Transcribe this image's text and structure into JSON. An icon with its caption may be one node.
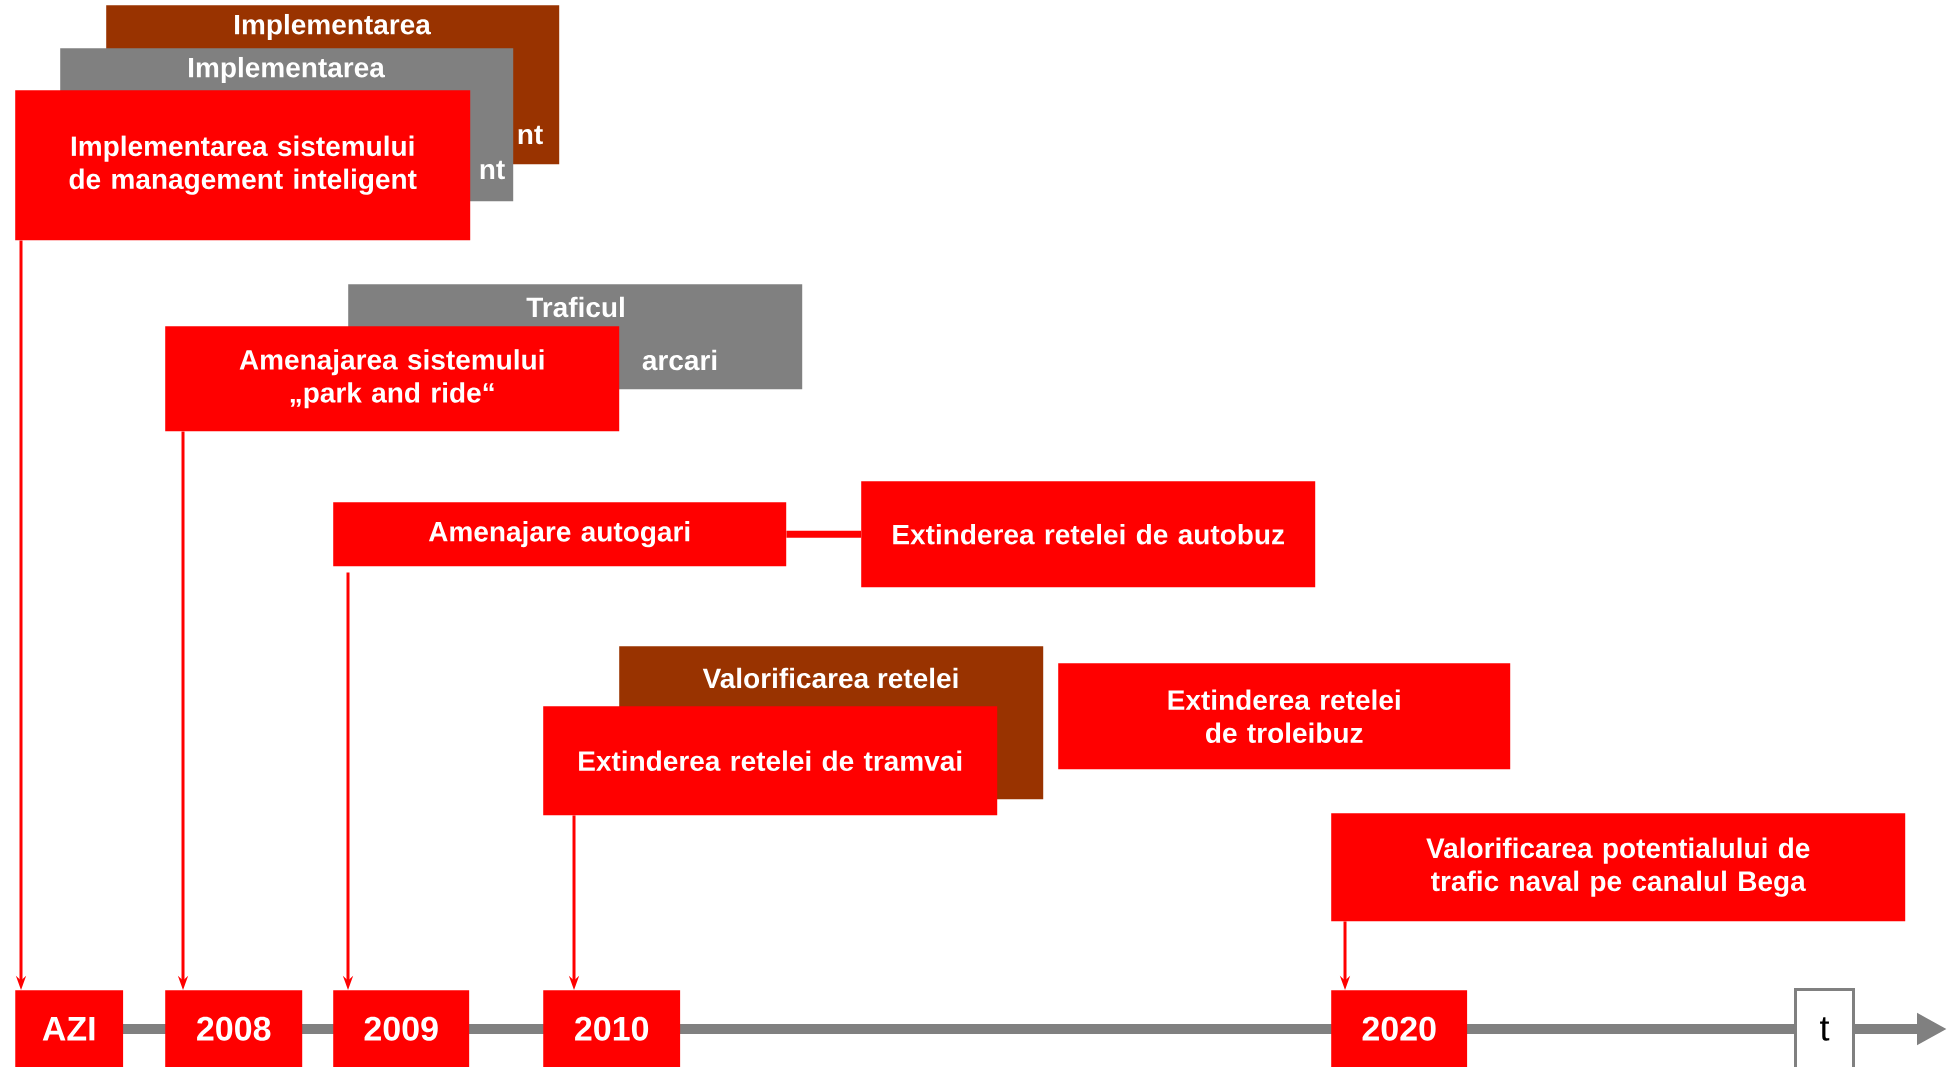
{
  "diagram": {
    "nodes": [
      {
        "text": [
          "Implementarea",
          "nt"
        ]
      },
      {
        "text": [
          "Implementarea",
          "nt"
        ]
      },
      {
        "text": [
          "Implementarea sistemului de management inteligent"
        ]
      },
      {
        "text": [
          "Traficul",
          "arcari"
        ]
      },
      {
        "text": [
          "Amenajarea sistemului „park and ride“"
        ]
      },
      {
        "text": [
          "Amenajare autogari"
        ]
      },
      {
        "text": [
          "Extinderea retelei de autobuz"
        ]
      },
      {
        "text": [
          "Valorificarea retelei"
        ]
      },
      {
        "text": [
          "Extinderea retelei de tramvai"
        ]
      },
      {
        "text": [
          "Extinderea retelei de troleibuz"
        ]
      },
      {
        "text": [
          "Valorificarea potentialului de trafic naval pe canalul Bega"
        ]
      },
      {
        "text": [
          "AZI"
        ]
      },
      {
        "text": [
          "2008"
        ]
      },
      {
        "text": [
          "2009"
        ]
      },
      {
        "text": [
          "2010"
        ]
      },
      {
        "text": [
          "2020"
        ]
      },
      {
        "text": [
          "t"
        ]
      }
    ],
    "edges": [
      {
        "from": 2,
        "to": 11,
        "arrow": "to"
      },
      {
        "from": 4,
        "to": 12,
        "arrow": "to"
      },
      {
        "from": 5,
        "to": 13,
        "arrow": "to"
      },
      {
        "from": 5,
        "to": 6,
        "arrow": "none",
        "style": "thick"
      },
      {
        "from": 8,
        "to": 14,
        "arrow": "to"
      },
      {
        "from": 10,
        "to": 15,
        "arrow": "to"
      }
    ]
  }
}
